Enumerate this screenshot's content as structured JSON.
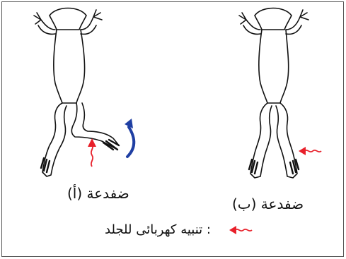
{
  "labels": {
    "frog_a": "ضفدعة (أ)",
    "frog_b": "ضفدعة (ب)"
  },
  "legend": {
    "text": ": تنبيه كهربائى للجلد"
  },
  "colors": {
    "stimulus": "#e8202a",
    "movement_arrow": "#1f3fa3",
    "outline": "#111111"
  },
  "icons": {
    "stimulus": "red-wavy-arrow-icon",
    "movement": "blue-curved-arrow-icon"
  }
}
